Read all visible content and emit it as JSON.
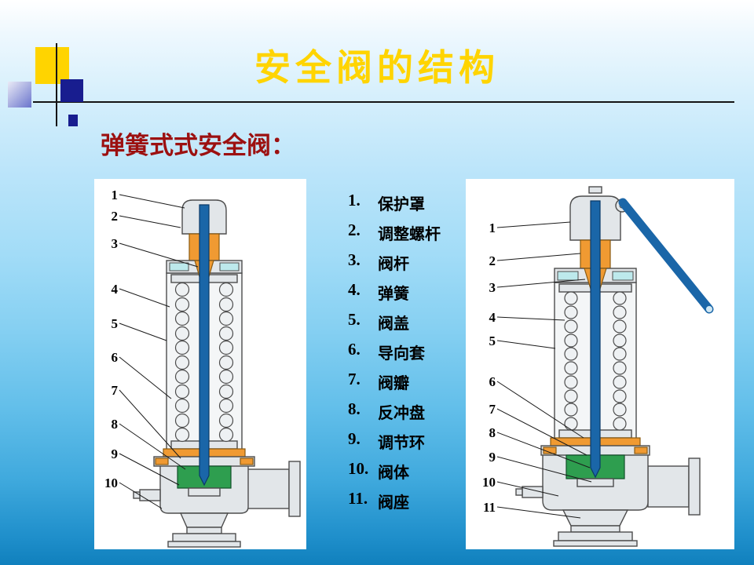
{
  "slide": {
    "title": "安全阀的结构",
    "subtitle": "弹簧式式安全阀："
  },
  "legend": {
    "items": [
      {
        "num": "1.",
        "label": "保护罩"
      },
      {
        "num": "2.",
        "label": "调整螺杆"
      },
      {
        "num": "3.",
        "label": "阀杆"
      },
      {
        "num": "4.",
        "label": "弹簧"
      },
      {
        "num": "5.",
        "label": "阀盖"
      },
      {
        "num": "6.",
        "label": "导向套"
      },
      {
        "num": "7.",
        "label": "阀瓣"
      },
      {
        "num": "8.",
        "label": "反冲盘"
      },
      {
        "num": "9.",
        "label": "调节环"
      },
      {
        "num": "10.",
        "label": "阀体"
      },
      {
        "num": "11.",
        "label": "阀座"
      }
    ]
  },
  "left_diagram": {
    "callouts": [
      "1",
      "2",
      "3",
      "4",
      "5",
      "6",
      "7",
      "8",
      "9",
      "10"
    ]
  },
  "right_diagram": {
    "callouts": [
      "1",
      "2",
      "3",
      "4",
      "5",
      "6",
      "7",
      "8",
      "9",
      "10",
      "11"
    ]
  },
  "colors": {
    "title_yellow": "#ffd400",
    "subtitle_red": "#9c1010",
    "background_top": "#ffffff",
    "background_bottom": "#1080bd",
    "stem_blue": "#1a66a8",
    "nut_orange": "#f09a32",
    "disc_green": "#2e9e4f",
    "seal_cyan": "#bde9ec",
    "metal_gray": "#e2e6e9"
  }
}
